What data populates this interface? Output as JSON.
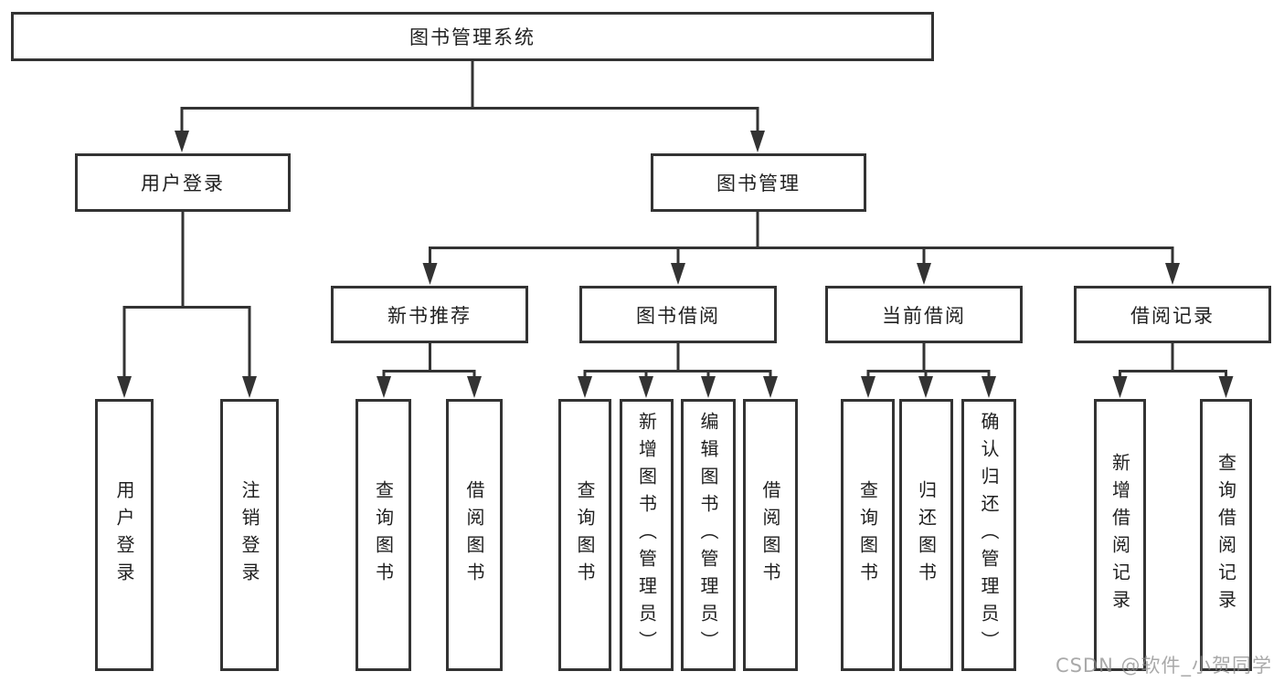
{
  "nodes": {
    "root": "图书管理系统",
    "l1_user_login": "用户登录",
    "l1_book_mgmt": "图书管理",
    "l2_new_book_rec": "新书推荐",
    "l2_book_borrow": "图书借阅",
    "l2_current_borrow": "当前借阅",
    "l2_borrow_record": "借阅记录",
    "leaf_user_login": "用户登录",
    "leaf_logout": "注销登录",
    "leaf_query_book_rec": "查询图书",
    "leaf_borrow_book_rec": "借阅图书",
    "leaf_query_book_borrow": "查询图书",
    "leaf_add_book": "新增图书（管理员）",
    "leaf_edit_book": "编辑图书（管理员）",
    "leaf_borrow_book_borrow": "借阅图书",
    "leaf_query_book_current": "查询图书",
    "leaf_return_book": "归还图书",
    "leaf_confirm_return": "确认归还（管理员）",
    "leaf_add_borrow_record": "新增借阅记录",
    "leaf_query_borrow_record": "查询借阅记录"
  },
  "watermark": "CSDN @软件_小贺同学",
  "colors": {
    "line": "#333333",
    "text": "#1f1f1f",
    "watermark": "#8c8c8c",
    "background": "#ffffff"
  }
}
